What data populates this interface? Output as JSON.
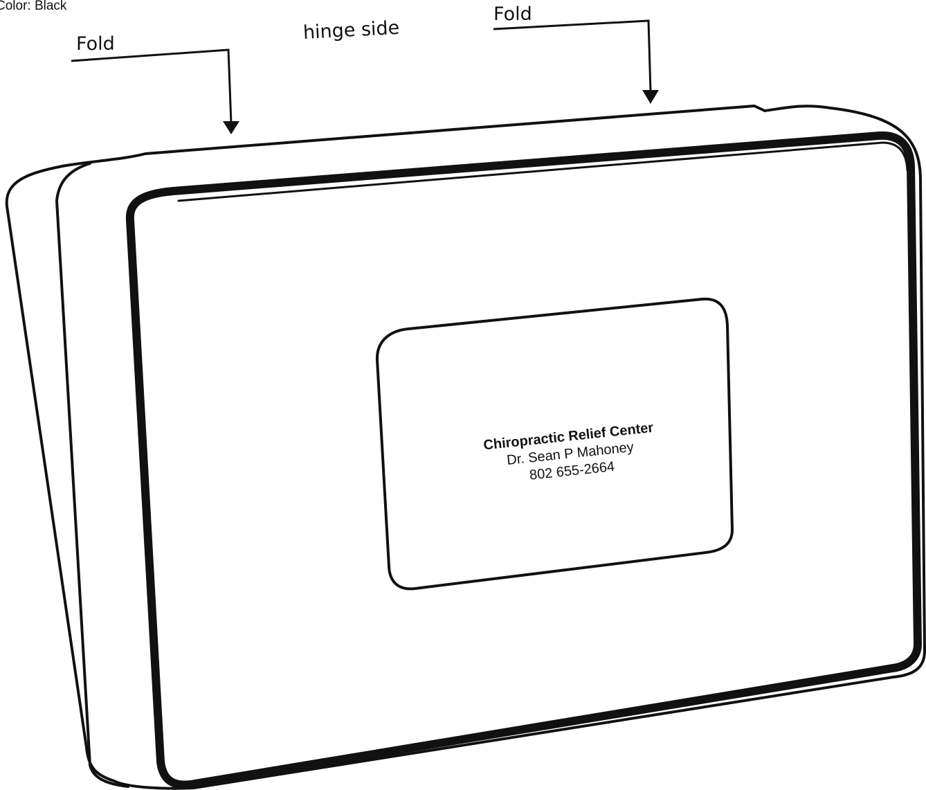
{
  "header": {
    "color_note": "Color: Black"
  },
  "callouts": {
    "fold_left": "Fold",
    "fold_right": "Fold",
    "hinge_side": "hinge side"
  },
  "label": {
    "business_name": "Chiropractic Relief Center",
    "doctor_name": "Dr. Sean P Mahoney",
    "phone": "802 655-2664"
  },
  "colors": {
    "line": "#111111",
    "background": "#ffffff"
  }
}
